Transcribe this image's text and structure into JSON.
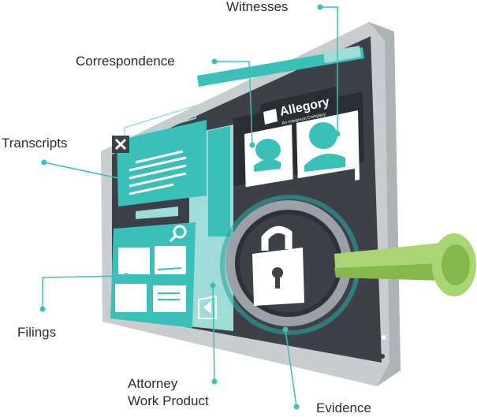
{
  "labels": {
    "witnesses": "Witnesses",
    "correspondence": "Correspondence",
    "transcripts": "Transcripts",
    "filings": "Filings",
    "attorney_work_product": "Attorney\nWork Product",
    "evidence": "Evidence"
  },
  "brand": {
    "name": "Allegory",
    "tagline": "An Integreon Company"
  },
  "colors": {
    "teal": "#3bbfb9",
    "teal_dark": "#2aa5a0",
    "teal_light": "#9fdcd7",
    "frame_gray": "#c9cdd0",
    "frame_dark": "#3a3f44",
    "screen_dark": "#3d4046",
    "lime": "#a9d673",
    "lime_dark": "#86b84d",
    "text": "#2b2b2b"
  },
  "icons": [
    "close-icon",
    "search-icon",
    "padlock-icon",
    "magnifying-glass-icon",
    "person-icon",
    "back-arrow-icon"
  ]
}
